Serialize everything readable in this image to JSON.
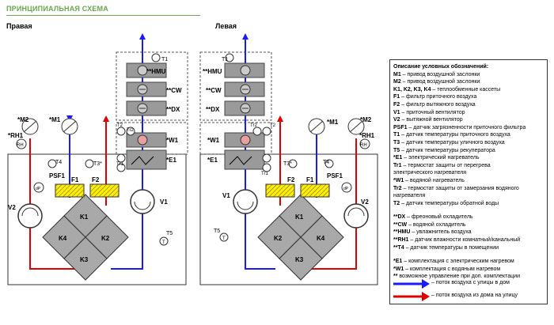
{
  "header": {
    "title": "ПРИНЦИПИАЛЬНАЯ СХЕМА",
    "right_label": "Правая",
    "left_label": "Левая"
  },
  "diagram": {
    "hmu": "**HMU",
    "cw": "**CW",
    "dx": "**DX",
    "w1": "*W1",
    "e1": "*E1",
    "t1": "T1",
    "t2": "T2",
    "tr1": "Tr1",
    "tr2": "Tr2",
    "t3": "T3*",
    "t4": "T4",
    "t5": "T5",
    "t": "T",
    "m1": "*M1",
    "m2": "*M2",
    "rh1": "*RH1",
    "rh": "RH",
    "psf1": "PSF1",
    "f1": "F1",
    "f2": "F2",
    "v1": "V1",
    "v2": "V2",
    "k1": "K1",
    "k2": "K2",
    "k3": "K3",
    "k4": "K4",
    "dp": "dP"
  },
  "legend": {
    "title": "Описание условных обозначений:",
    "items": [
      {
        "key": "M1",
        "text": " – привод воздушной заслонки"
      },
      {
        "key": "M2",
        "text": " – привод воздушной заслонки"
      },
      {
        "key": "K1, K2, K3, K4",
        "text": " – теплообменные кассеты"
      },
      {
        "key": "F1",
        "text": " – фильтр приточного воздуха"
      },
      {
        "key": "F2",
        "text": " – фильтр вытяжного воздуха"
      },
      {
        "key": "V1",
        "text": " – приточный вентилятор"
      },
      {
        "key": "V2",
        "text": " – вытяжной вентилятор"
      },
      {
        "key": "PSF1",
        "text": " – датчик загрязненности приточного фильтра"
      },
      {
        "key": "T1",
        "text": " – датчик температуры приточного воздуха"
      },
      {
        "key": "T3",
        "text": " – датчик температуры уличного воздуха"
      },
      {
        "key": "T5",
        "text": " – датчик температуры рекуператора"
      },
      {
        "key": "*E1",
        "text": " – электрический нагреватель"
      },
      {
        "key": "Tr1",
        "text": " – термостат защиты от перегрева"
      },
      {
        "key": "",
        "text": "электрического нагревателя"
      },
      {
        "key": "*W1",
        "text": " – водяной нагреватель"
      },
      {
        "key": "Tr2",
        "text": " – термостат защиты от замерзания водяного"
      },
      {
        "key": "",
        "text": "нагревателя"
      },
      {
        "key": "T2",
        "text": " – датчик температуры обратной воды"
      }
    ],
    "items2": [
      {
        "key": "**DX",
        "text": " – фреоновый охладитель"
      },
      {
        "key": "**CW",
        "text": " – водяной охладитель"
      },
      {
        "key": "**HMU",
        "text": " – увлажнитель воздуха"
      },
      {
        "key": "**RH1",
        "text": " – датчик влажности комнатный/канальный"
      },
      {
        "key": "**T4",
        "text": " – датчик температуры в помещении"
      }
    ],
    "items3": [
      {
        "key": "*E1",
        "text": " – комплектация с электрическим нагревом"
      },
      {
        "key": "*W1",
        "text": " – комплектация с водяным нагревом"
      },
      {
        "key": "**",
        "text": " возможное управление при доп. комплектации"
      }
    ],
    "arrow_blue": "– поток воздуха с улицы в дом",
    "arrow_red": "– поток воздуха из дома на улицу"
  },
  "colors": {
    "blue": "#1a1aff",
    "red": "#e00000",
    "filter": "#ffee00",
    "gray": "#9a9a9a",
    "title_green": "#6aa84f"
  }
}
